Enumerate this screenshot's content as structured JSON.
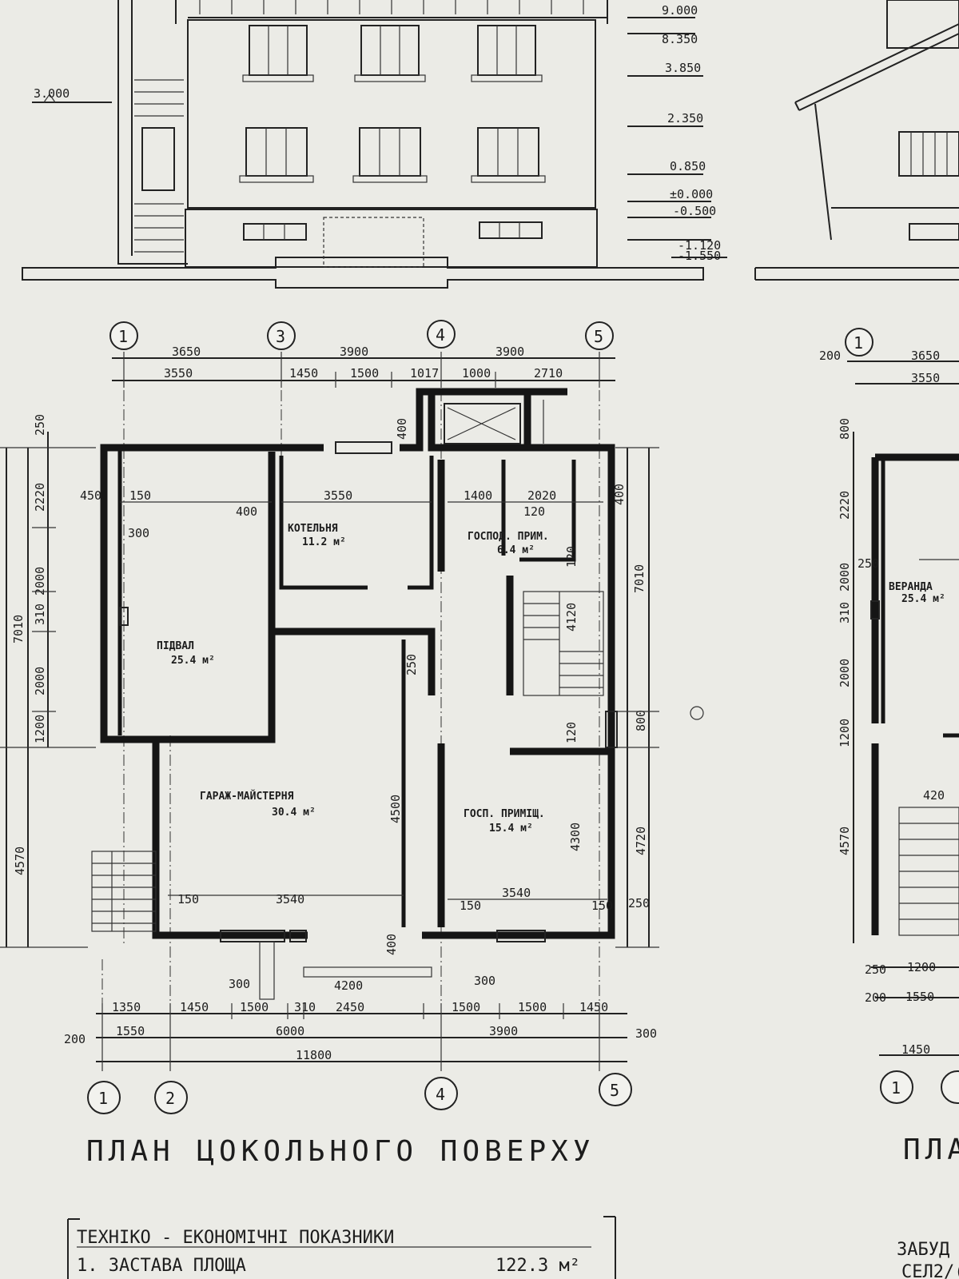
{
  "elevation": {
    "levels": [
      "9.000",
      "8.350",
      "3.850",
      "2.350",
      "0.850",
      "±0.000",
      "-0.500",
      "-1.120",
      "-1.550"
    ],
    "left_level": "3.000"
  },
  "plan": {
    "title": "ПЛАН  ЦОКОЛЬНОГО  ПОВЕРХУ",
    "axes_top": [
      "1",
      "3",
      "4",
      "5"
    ],
    "axes_bottom": [
      "1",
      "2",
      "4",
      "5"
    ],
    "dims_top_row1": [
      "3650",
      "3900",
      "3900"
    ],
    "dims_top_row2": [
      "3550",
      "1450",
      "1500",
      "1017",
      "1000",
      "2710"
    ],
    "dims_bottom_row1": [
      "1350",
      "1450",
      "1500",
      "310",
      "2450",
      "1500",
      "1500",
      "1450"
    ],
    "dims_bottom_row2": [
      "1550",
      "6000",
      "3900"
    ],
    "dims_bottom_total": "11800",
    "dims_bottom_misc": [
      "200",
      "300",
      "4200",
      "300",
      "300"
    ],
    "dims_left": [
      "250",
      "2220",
      "2000",
      "310",
      "2000",
      "1200",
      "7010",
      "4570"
    ],
    "dims_right": [
      "400",
      "7010",
      "800",
      "4720",
      "250"
    ],
    "inner_dims": [
      "150",
      "400",
      "450",
      "300",
      "3550",
      "1400",
      "2020",
      "120",
      "120",
      "120",
      "400",
      "4500",
      "4300",
      "3540",
      "150",
      "3540",
      "150",
      "150",
      "400",
      "4120",
      "250"
    ],
    "rooms": [
      {
        "name": "КОТЕЛЬНЯ",
        "area": "11.2 м²"
      },
      {
        "name": "ГОСПОД. ПРИМ.",
        "area": "6.4 м²"
      },
      {
        "name": "ПІДВАЛ",
        "area": "25.4 м²"
      },
      {
        "name": "ГАРАЖ-МАЙСТЕРНЯ",
        "area": "30.4 м²"
      },
      {
        "name": "ГОСП. ПРИМІЩ.",
        "area": "15.4 м²"
      }
    ]
  },
  "right_plan": {
    "axes_top": [
      "1"
    ],
    "axes_bottom": [
      "1"
    ],
    "dims_top": [
      "200",
      "3650",
      "3550"
    ],
    "dims_left": [
      "800",
      "2220",
      "2000",
      "310",
      "2000",
      "1200",
      "4570"
    ],
    "dims_bottom": [
      "250",
      "1200",
      "200",
      "1550",
      "1450"
    ],
    "inner_dims": [
      "250",
      "420"
    ],
    "rooms": [
      {
        "name": "ВЕРАНДА",
        "area": "25.4 м²"
      }
    ],
    "title": "ПЛА"
  },
  "footer": {
    "heading": "ТЕХНІКО - ЕКОНОМІЧНІ  ПОКАЗНИКИ",
    "row1_label": "1. ЗАСТАВА   ПЛОЩА",
    "row1_value": "122.3  м²",
    "right_text_1": "ЗАБУД",
    "right_text_2": "СЕЛ2/("
  }
}
